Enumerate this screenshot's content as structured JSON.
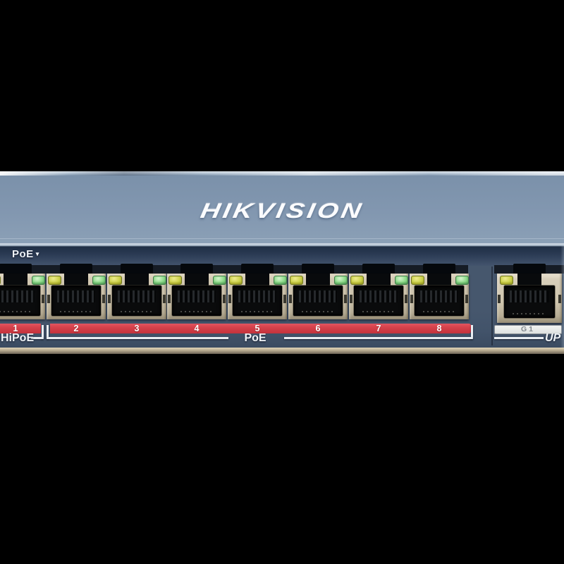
{
  "product": {
    "brand_logo": "HIKVISION",
    "poe_mode": {
      "label": "PoE",
      "arrow": "▾"
    },
    "ports": [
      {
        "number": "1",
        "group": "HiPoE",
        "leds": [
          "yellow",
          "green"
        ]
      },
      {
        "number": "2",
        "group": "PoE",
        "leds": [
          "yellow",
          "green"
        ]
      },
      {
        "number": "3",
        "group": "PoE",
        "leds": [
          "yellow",
          "green"
        ]
      },
      {
        "number": "4",
        "group": "PoE",
        "leds": [
          "yellow",
          "green"
        ]
      },
      {
        "number": "5",
        "group": "PoE",
        "leds": [
          "yellow",
          "green"
        ]
      },
      {
        "number": "6",
        "group": "PoE",
        "leds": [
          "yellow",
          "green"
        ]
      },
      {
        "number": "7",
        "group": "PoE",
        "leds": [
          "yellow",
          "green"
        ]
      },
      {
        "number": "8",
        "group": "PoE",
        "leds": [
          "yellow",
          "green"
        ]
      }
    ],
    "groups": {
      "hipoe_label": "HiPoE",
      "poe_label": "PoE"
    },
    "uplink": {
      "port_label": "G1",
      "caption": "UP",
      "leds": [
        "yellow"
      ]
    },
    "colors": {
      "background": "#000000",
      "chassis_top": "#8297b0",
      "chassis_front": "#46576d",
      "stripe_red": "#d6434c",
      "port_bezel_beige": "#cfc5ae",
      "led_yellow": "#cdd24b",
      "led_green": "#8cda88",
      "label_white": "#f0f4f8",
      "g1_plate_gray": "#ececec"
    }
  }
}
